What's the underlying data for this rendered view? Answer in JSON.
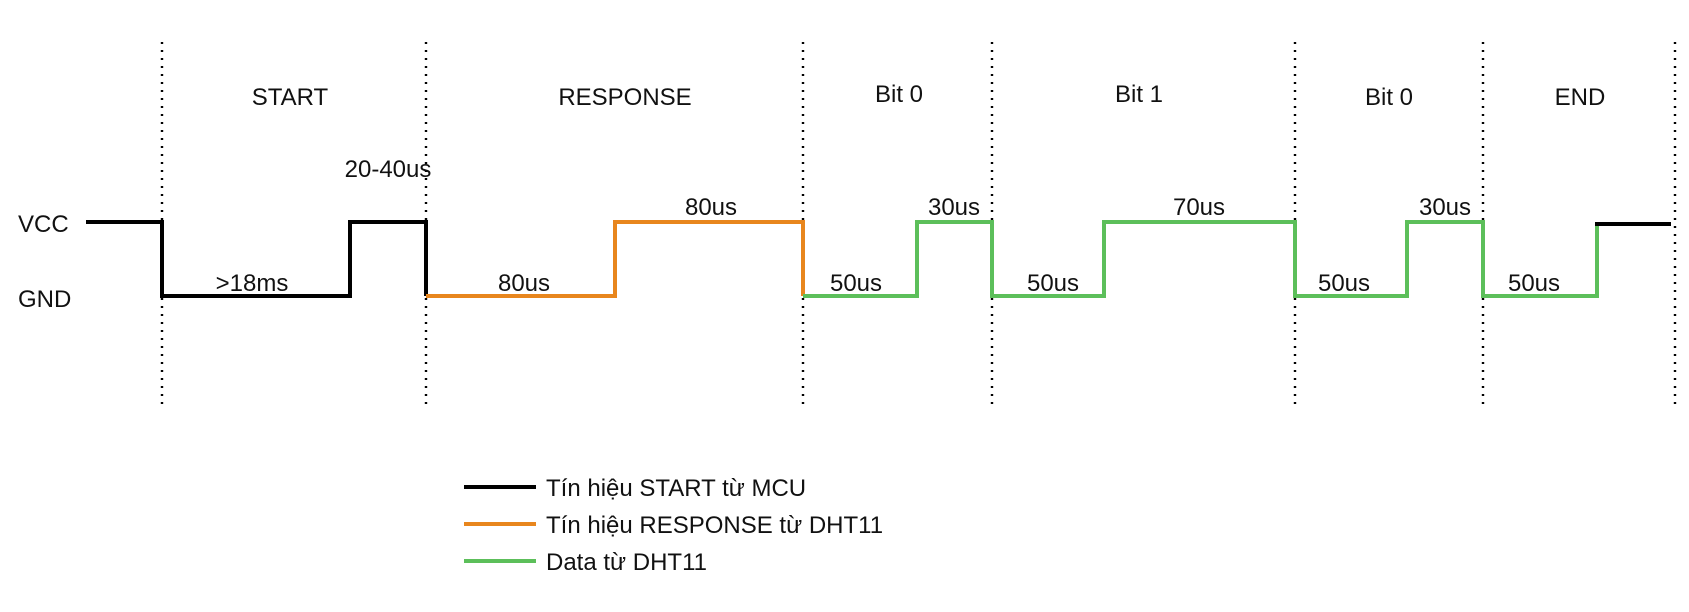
{
  "levels": {
    "high": "VCC",
    "low": "GND"
  },
  "phases": [
    {
      "id": "start",
      "label": "START"
    },
    {
      "id": "response",
      "label": "RESPONSE"
    },
    {
      "id": "bit0a",
      "label": "Bit 0"
    },
    {
      "id": "bit1",
      "label": "Bit 1"
    },
    {
      "id": "bit0b",
      "label": "Bit 0"
    },
    {
      "id": "end",
      "label": "END"
    }
  ],
  "durations": {
    "start_low": ">18ms",
    "start_high": "20-40us",
    "resp_low": "80us",
    "resp_high": "80us",
    "bit0a_low": "50us",
    "bit0a_high": "30us",
    "bit1_low": "50us",
    "bit1_high": "70us",
    "bit0b_low": "50us",
    "bit0b_high": "30us",
    "end_low": "50us"
  },
  "legend": [
    {
      "label": "Tín hiệu START từ MCU",
      "color": "#000000"
    },
    {
      "label": "Tín hiệu RESPONSE từ DHT11",
      "color": "#e8861d"
    },
    {
      "label": "Data từ DHT11",
      "color": "#5cbf5a"
    }
  ],
  "colors": {
    "mcu": "#000000",
    "response": "#e8861d",
    "data": "#5cbf5a"
  }
}
